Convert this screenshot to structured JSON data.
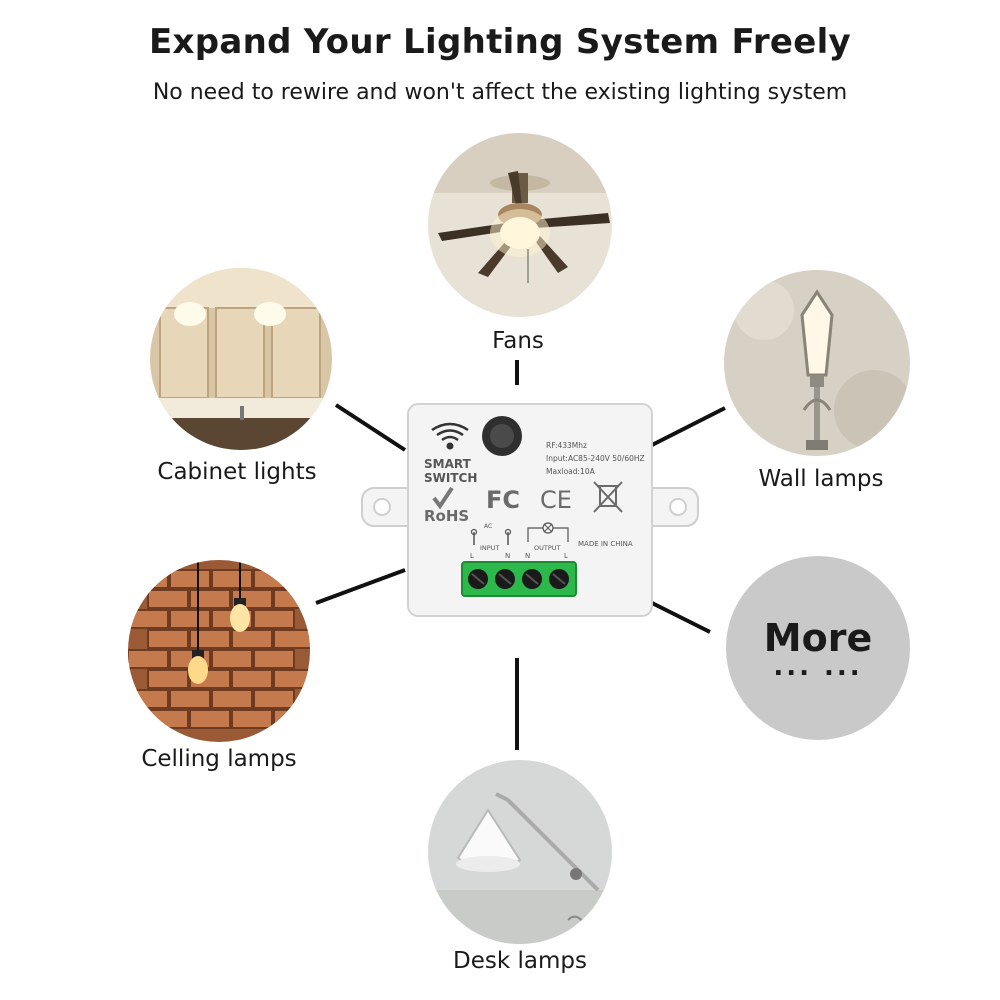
{
  "header": {
    "title": "Expand Your Lighting System Freely",
    "subtitle": "No need to rewire and won't affect the existing lighting system"
  },
  "categories": {
    "fans": "Fans",
    "cabinet": "Cabinet lights",
    "wall": "Wall lamps",
    "ceiling": "Celling lamps",
    "desk": "Desk lamps",
    "more": "More",
    "more_dots": "... ..."
  },
  "device": {
    "brand_line1": "SMART",
    "brand_line2": "SWITCH",
    "rf": "RF:433Mhz",
    "input": "Input:AC85-240V 50/60HZ",
    "maxload": "Maxload:10A",
    "rohs": "RoHS",
    "fc": "FC",
    "ce": "CE",
    "ac": "AC",
    "input_label": "INPUT",
    "output_label": "OUTPUT",
    "made_in": "MADE IN CHINA",
    "term_l1": "L",
    "term_n1": "N",
    "term_n2": "N",
    "term_l2": "L"
  },
  "colors": {
    "terminal_green": "#2db84b",
    "more_gray": "#c9c9c9",
    "device_body": "#f4f4f4"
  }
}
